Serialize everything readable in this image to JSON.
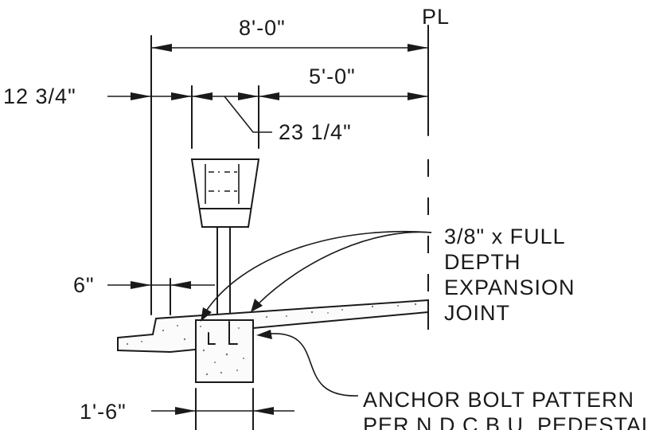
{
  "labels": {
    "property_line": "PL",
    "dim_overall": "8'-0\"",
    "dim_right": "5'-0\"",
    "dim_left": "12 3/4\"",
    "dim_base": "23 1/4\"",
    "dim_offset": "6\"",
    "dim_pedestal": "1'-6\"",
    "joint_note": [
      "3/8\" x FULL",
      "DEPTH",
      "EXPANSION",
      "JOINT"
    ],
    "anchor_note": [
      "ANCHOR BOLT PATTERN",
      "PER N.D.C.B.U. PEDESTAL"
    ]
  }
}
